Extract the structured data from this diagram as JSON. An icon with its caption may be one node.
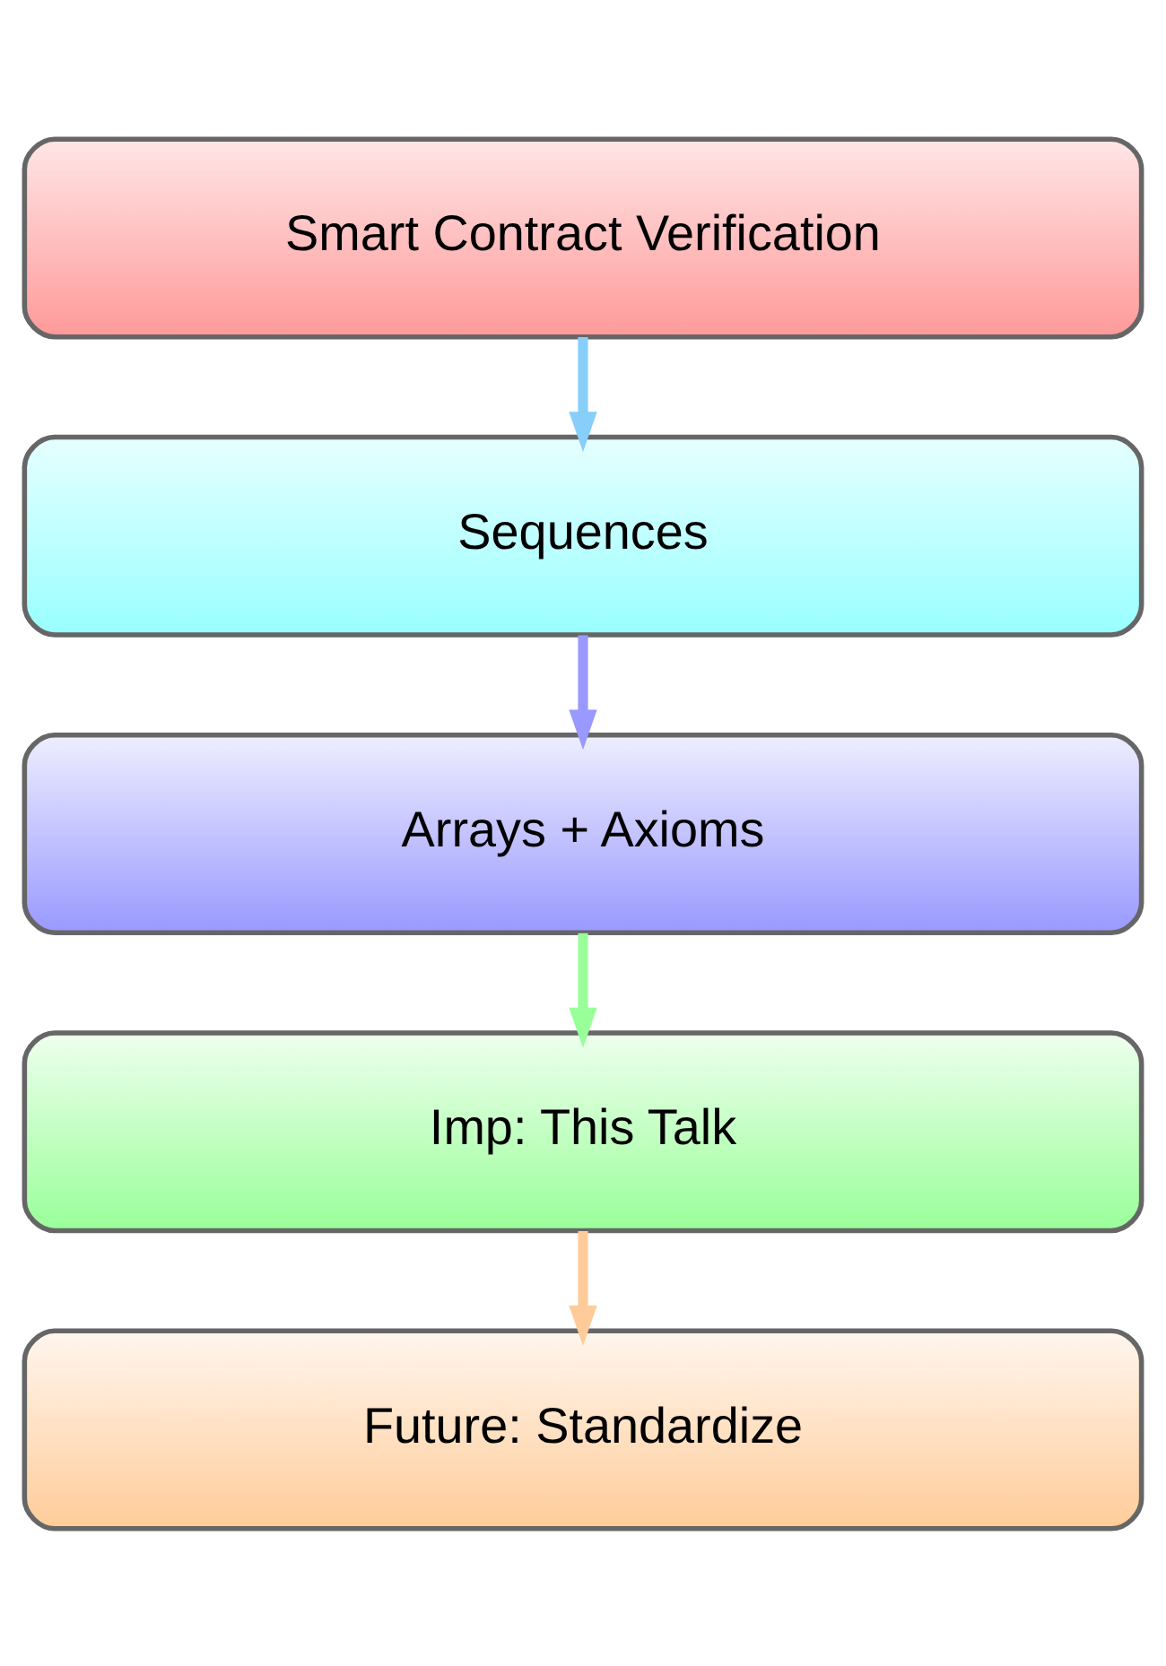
{
  "diagram": {
    "nodes": [
      {
        "text": [
          "Smart Contract Verification"
        ]
      },
      {
        "text": [
          "Sequences"
        ]
      },
      {
        "text": [
          "Arrays + Axioms"
        ]
      },
      {
        "text": [
          "Imp: This Talk"
        ]
      },
      {
        "text": [
          "Future: Standardize"
        ]
      }
    ],
    "edges": [
      {
        "from": 0,
        "to": 1,
        "arrow": "to",
        "color": "#87cefa"
      },
      {
        "from": 1,
        "to": 2,
        "arrow": "to",
        "color": "#9999ff"
      },
      {
        "from": 2,
        "to": 3,
        "arrow": "to",
        "color": "#99ff99"
      },
      {
        "from": 3,
        "to": 4,
        "arrow": "to",
        "color": "#ffcc99"
      }
    ]
  }
}
